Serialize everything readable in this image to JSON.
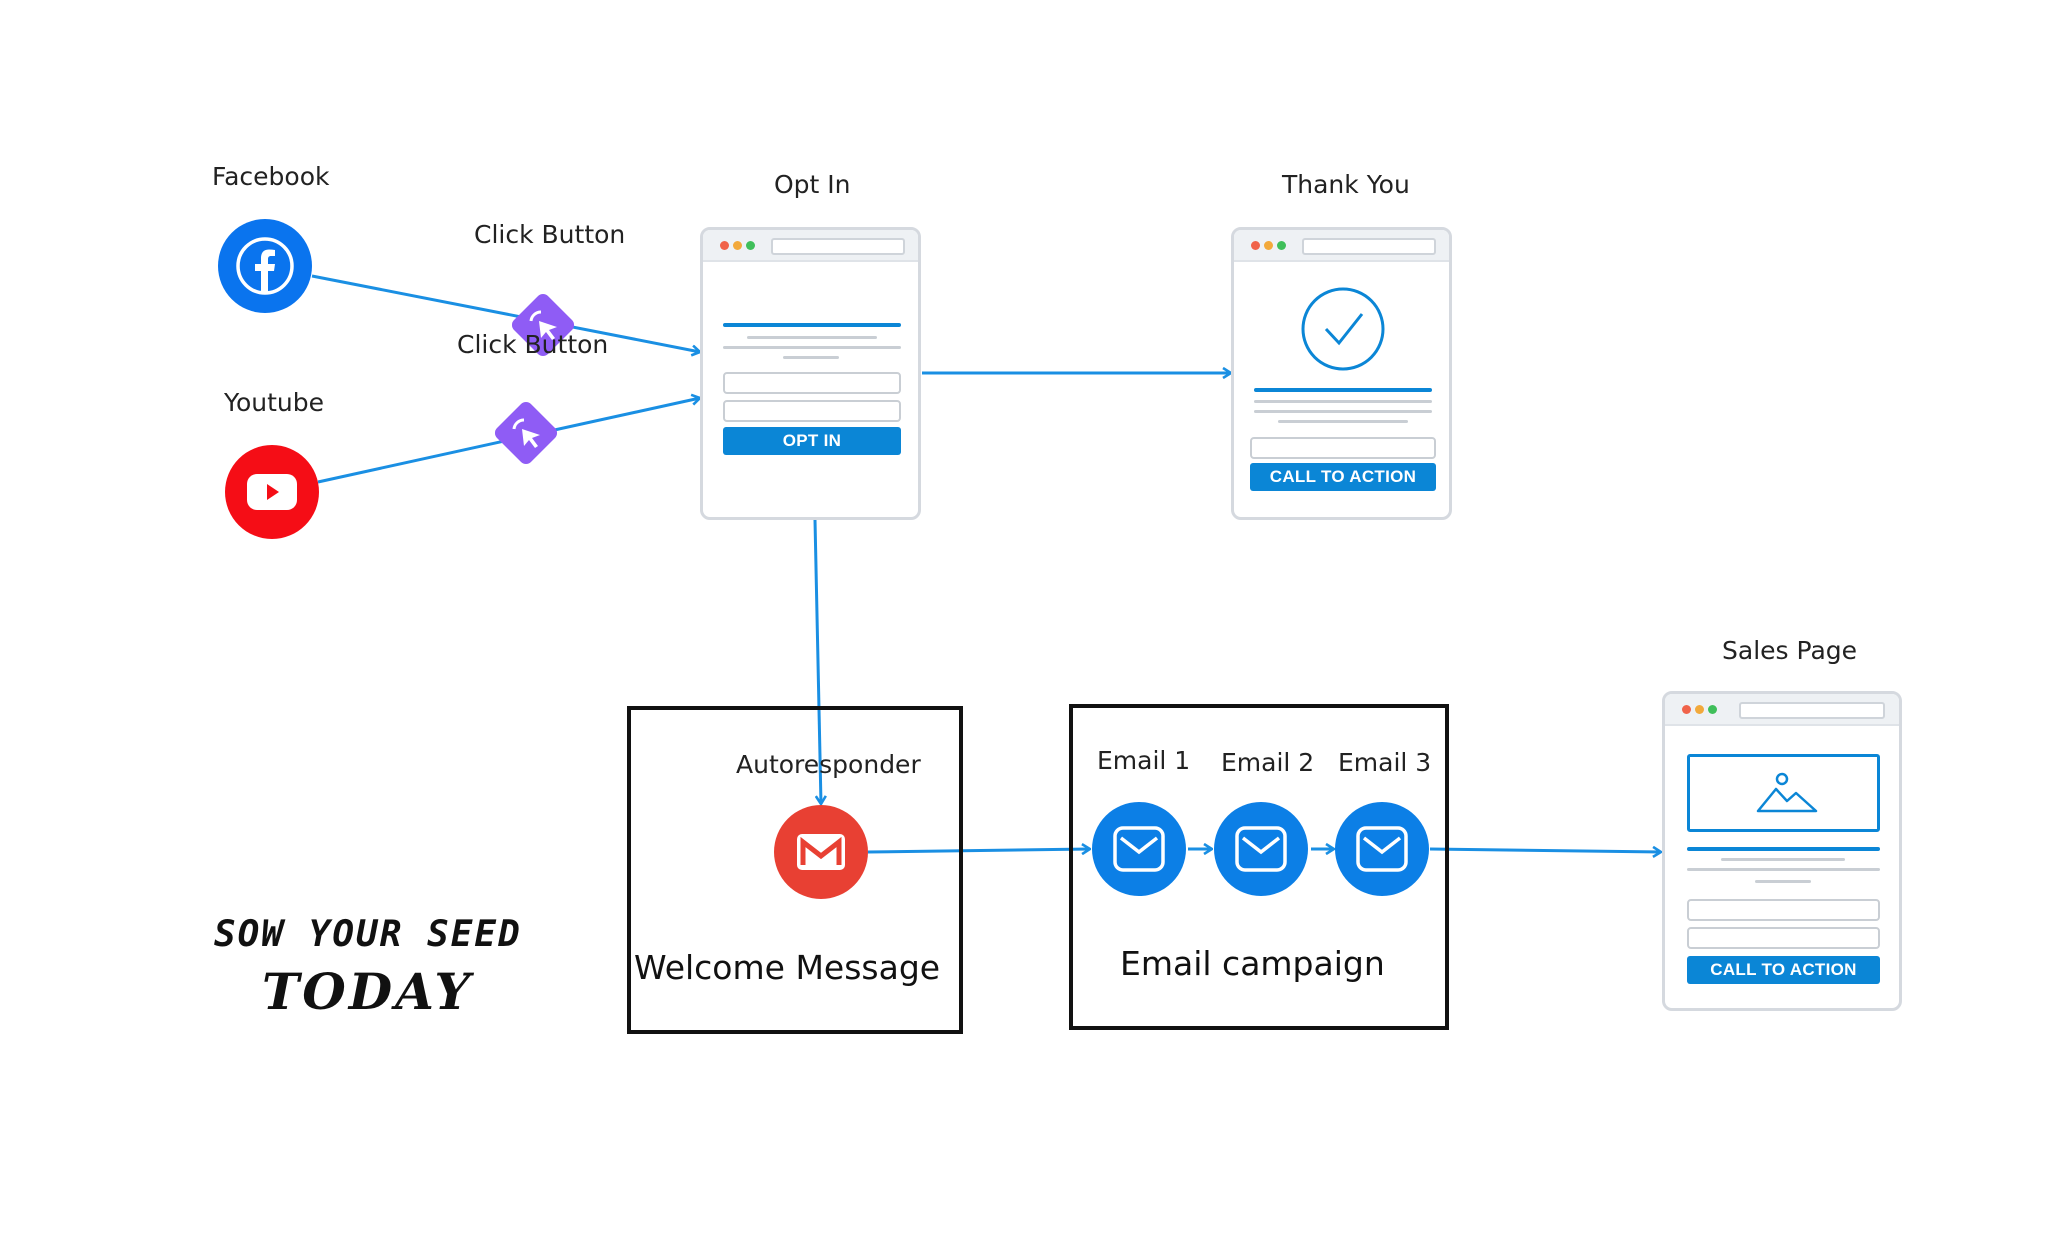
{
  "labels": {
    "facebook": "Facebook",
    "youtube": "Youtube",
    "click_button_1": "Click Button",
    "click_button_2": "Click Button",
    "opt_in": "Opt In",
    "thank_you": "Thank You",
    "sales_page": "Sales Page",
    "autoresponder": "Autoresponder",
    "welcome_message": "Welcome Message",
    "email_1": "Email 1",
    "email_2": "Email 2",
    "email_3": "Email 3",
    "email_campaign": "Email campaign"
  },
  "buttons": {
    "opt_in": "OPT IN",
    "thank_you_cta": "CALL TO ACTION",
    "sales_cta": "CALL TO ACTION"
  },
  "logo": {
    "line1": "SOW YOUR SEED",
    "line2": "TODAY"
  },
  "icons": {
    "facebook": "facebook-icon",
    "youtube": "youtube-icon",
    "click": "cursor-click-icon",
    "gmail": "gmail-icon",
    "email": "envelope-icon",
    "check": "checkmark-icon",
    "image": "image-placeholder-icon"
  },
  "colors": {
    "arrow": "#1a8fe3",
    "facebook": "#0a74ee",
    "youtube": "#f50d16",
    "click": "#8f5cf5",
    "gmail": "#e84033",
    "email": "#0c7fe6",
    "button": "#0b86d6"
  }
}
